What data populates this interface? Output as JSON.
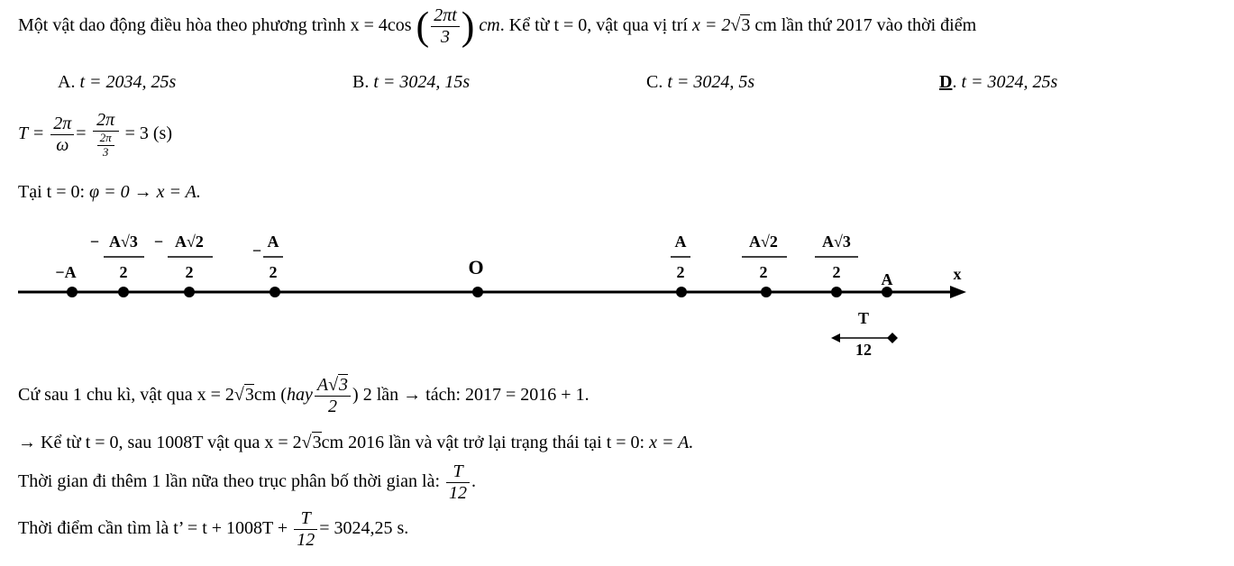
{
  "problem": {
    "intro": "Một vật dao động điều hòa theo phương trình x = 4cos",
    "frac_num": "2πt",
    "frac_den": "3",
    "unit": "cm",
    "tail_a": ". Kể từ t = 0, vật qua vị trí ",
    "pos_x": "x = 2",
    "pos_rad": "3",
    "tail_b": " cm lần thứ 2017 vào thời điểm"
  },
  "options": [
    {
      "letter": "A.",
      "value": "t = 2034, 25s"
    },
    {
      "letter": "B.",
      "value": "t = 3024, 15s"
    },
    {
      "letter": "C.",
      "value": "t = 3024, 5s"
    },
    {
      "letter": "D",
      "dot": ".",
      "value": "t = 3024, 25s"
    }
  ],
  "solution": {
    "period": {
      "lhs": "T =",
      "f1_num": "2π",
      "f1_den": "ω",
      "f2_num": "2π",
      "f3_num": "2π",
      "f3_den": "3",
      "rhs": "= 3 (s)"
    },
    "t0_prefix": "Tại t = 0: ",
    "t0_expr": "φ = 0 → x = A.",
    "axis": {
      "labels": {
        "neg_a": "−A",
        "neg_a_sqrt3": "A√3",
        "neg_a_sqrt2": "A√2",
        "neg_half": "A",
        "origin": "O",
        "pos_half": "A",
        "pos_a_sqrt2": "A√2",
        "pos_a_sqrt3": "A√3",
        "pos_a": "A",
        "x_axis": "x",
        "den": "2",
        "minus": "−"
      },
      "interval_num": "T",
      "interval_den": "12"
    },
    "cycle_a": "Cứ sau 1 chu kì, vật qua x = 2",
    "cycle_rad": "3",
    "cycle_b": "cm (",
    "cycle_hay": "hay",
    "cycle_frac_num_a": "A",
    "cycle_frac_num_rad": "3",
    "cycle_frac_den": "2",
    "cycle_c": ") 2 lần → tách: 2017 = 2016 + 1.",
    "since_a": "→ Kể từ t = 0, sau 1008T vật qua x = 2",
    "since_rad": "3",
    "since_b": "cm 2016 lần và vật trở lại trạng thái tại t = 0: ",
    "since_c": "x = A.",
    "extra_a": "Thời gian đi thêm 1 lần nữa theo trục phân bố thời gian là: ",
    "extra_num": "T",
    "extra_den": "12",
    "extra_dot": ".",
    "final_a": "Thời điểm cần tìm là t’ = t + 1008T + ",
    "final_num": "T",
    "final_den": "12",
    "final_b": "= 3024,25 s."
  }
}
